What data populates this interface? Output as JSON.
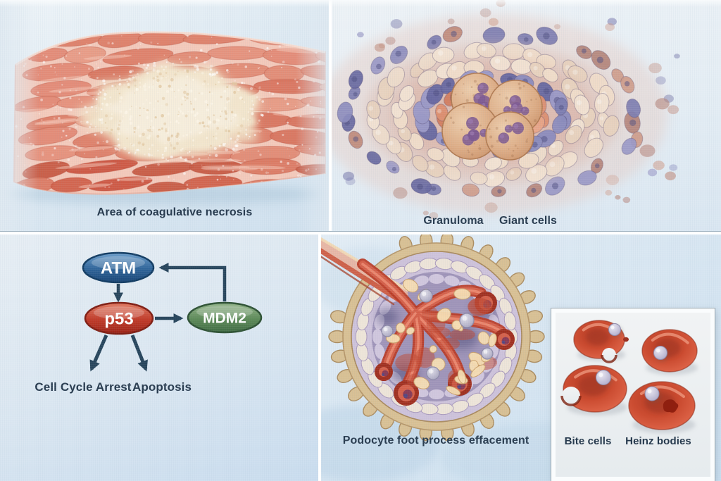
{
  "captions": {
    "necrosis": "Area of coagulative necrosis",
    "granuloma": "Granuloma",
    "giant_cells": "Giant cells",
    "podocyte": "Podocyte foot process effacement",
    "bite_cells": "Bite cells",
    "heinz_bodies": "Heinz bodies"
  },
  "pathway": {
    "nodes": [
      {
        "label": "ATM",
        "color": "#2d6096"
      },
      {
        "label": "p53",
        "color": "#c23a28"
      },
      {
        "label": "MDM2",
        "color": "#5d8a58"
      }
    ],
    "outcomes": [
      {
        "label": "Cell Cycle Arrest"
      },
      {
        "label": "Apoptosis"
      }
    ]
  },
  "colors": {
    "background_blue": "#dbe7f1",
    "caption_text": "#26394d",
    "arrow": "#27455c",
    "muscle_salmon": "#e08a74",
    "necrosis_cream": "#f3e6cd",
    "lymphocyte_purple": "#7d7db0",
    "epithelioid_cream": "#eedccb",
    "giant_cell_tan": "#d9a77e",
    "capsule_tan": "#d8c094",
    "capillary_red": "#c8402a",
    "rbc_red": "#cf4f34",
    "heinz_lavender": "#b6b2ca"
  }
}
